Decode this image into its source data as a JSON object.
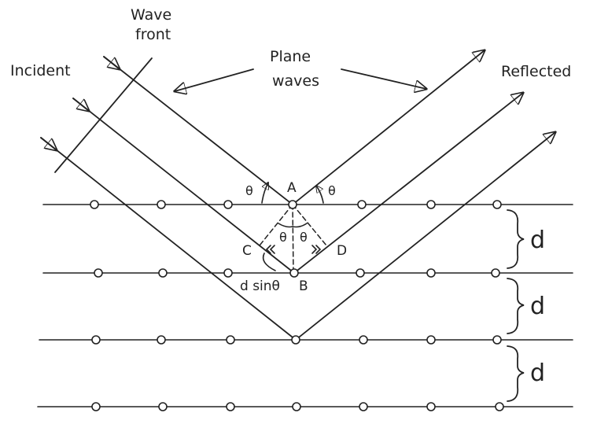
{
  "labels": {
    "wave_front": [
      "Wave",
      "front"
    ],
    "incident": "Incident",
    "plane_waves": [
      "Plane",
      "waves"
    ],
    "reflected": "Reflected",
    "point_a": "A",
    "point_b": "B",
    "point_c": "C",
    "point_d": "D",
    "theta": "θ",
    "d_sin_theta": "d sinθ",
    "spacing": "d"
  },
  "lattice": {
    "planes": 4,
    "atoms_per_plane": 7
  },
  "colors": {
    "ink": "#222222",
    "background": "#ffffff"
  }
}
